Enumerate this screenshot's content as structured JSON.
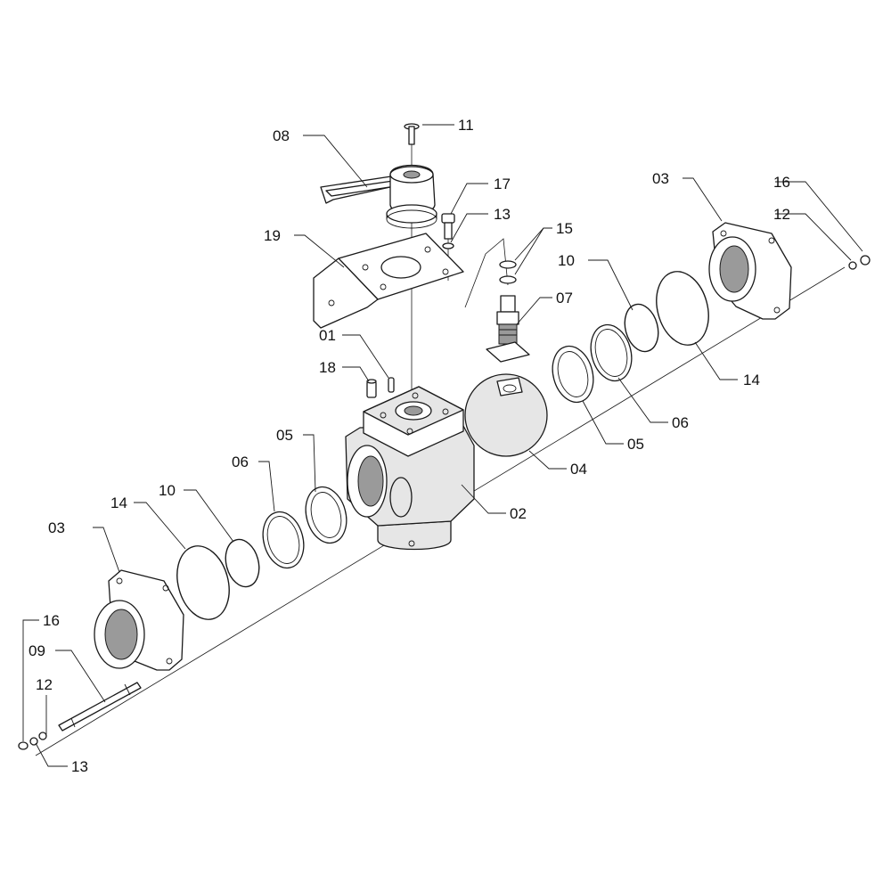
{
  "callouts": {
    "c08": "08",
    "c11": "11",
    "c17": "17",
    "c13_top": "13",
    "c03_right": "03",
    "c16_right": "16",
    "c12_right": "12",
    "c19": "19",
    "c15": "15",
    "c10_right": "10",
    "c07": "07",
    "c01": "01",
    "c18": "18",
    "c14_right": "14",
    "c06_right": "06",
    "c05_right": "05",
    "c04": "04",
    "c05_left": "05",
    "c06_left": "06",
    "c10_left": "10",
    "c14_left": "14",
    "c02": "02",
    "c03_left": "03",
    "c16_left": "16",
    "c09": "09",
    "c12_left": "12",
    "c13_left": "13"
  }
}
